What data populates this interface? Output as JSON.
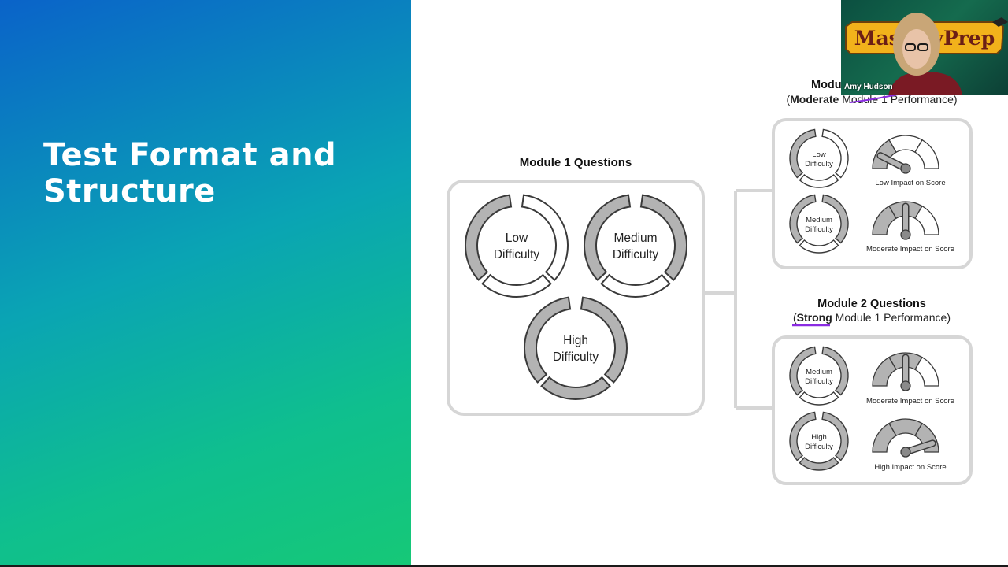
{
  "slide": {
    "title": "Test Format and Structure"
  },
  "module1": {
    "title": "Module 1 Questions",
    "items": [
      {
        "line1": "Low",
        "line2": "Difficulty"
      },
      {
        "line1": "Medium",
        "line2": "Difficulty"
      },
      {
        "line1": "High",
        "line2": "Difficulty"
      }
    ]
  },
  "module2_moderate": {
    "title_partial": "Modu",
    "subtitle_bold": "Moderate",
    "subtitle_rest": " Module 1 Performance",
    "open_paren": "(",
    "close_paren": ")",
    "items": [
      {
        "line1": "Low",
        "line2": "Difficulty",
        "impact": "Low Impact on Score",
        "gauge_level": 0.15
      },
      {
        "line1": "Medium",
        "line2": "Difficulty",
        "impact": "Moderate Impact on Score",
        "gauge_level": 0.5
      }
    ]
  },
  "module2_strong": {
    "title": "Module 2 Questions",
    "subtitle_bold": "Strong",
    "subtitle_rest": " Module 1 Performance",
    "open_paren": "(",
    "close_paren": ")",
    "items": [
      {
        "line1": "Medium",
        "line2": "Difficulty",
        "impact": "Moderate Impact on Score",
        "gauge_level": 0.5
      },
      {
        "line1": "High",
        "line2": "Difficulty",
        "impact": "High Impact on Score",
        "gauge_level": 0.9
      }
    ]
  },
  "webcam": {
    "presenter_name": "Amy Hudson",
    "logo_text": "MasteryPrep"
  },
  "colors": {
    "gradient_start": "#0a63c9",
    "gradient_end": "#16c877",
    "segment_fill": "#b3b3b3",
    "outline": "#3a3a3a",
    "box_border": "#d6d6d6",
    "annotation": "#8a2be2"
  }
}
